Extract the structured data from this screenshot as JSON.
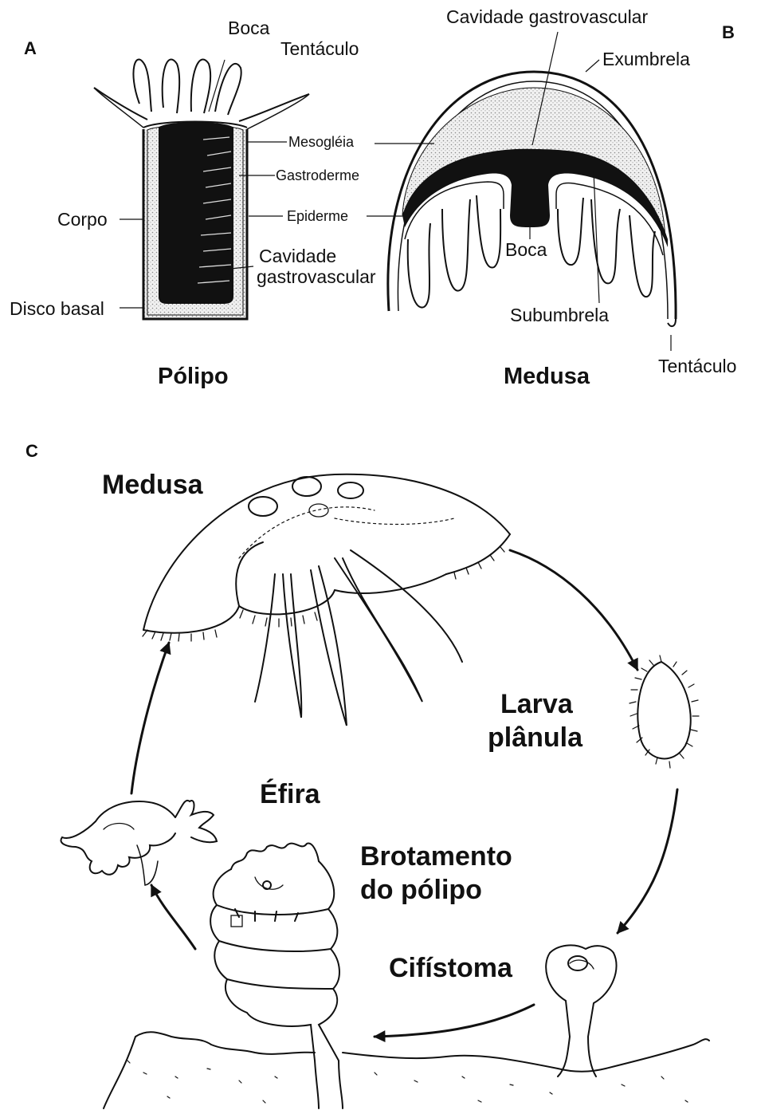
{
  "panels": {
    "a": "A",
    "b": "B",
    "c": "C"
  },
  "polyp": {
    "title": "Pólipo",
    "labels": {
      "mouth": "Boca",
      "tentacle": "Tentáculo",
      "mesoglea": "Mesogléia",
      "gastroderm": "Gastroderme",
      "body": "Corpo",
      "epidermis": "Epiderme",
      "cavity_1": "Cavidade",
      "cavity_2": "gastrovascular",
      "basal_disc": "Disco basal"
    }
  },
  "medusa": {
    "title": "Medusa",
    "labels": {
      "cavity": "Cavidade gastrovascular",
      "exumbrella": "Exumbrela",
      "mouth": "Boca",
      "subumbrella": "Subumbrela",
      "tentacle": "Tentáculo"
    }
  },
  "cycle": {
    "medusa": "Medusa",
    "larva_1": "Larva",
    "larva_2": "plânula",
    "ephyra": "Éfira",
    "budding_1": "Brotamento",
    "budding_2": "do pólipo",
    "scyphistoma": "Cifístoma"
  }
}
